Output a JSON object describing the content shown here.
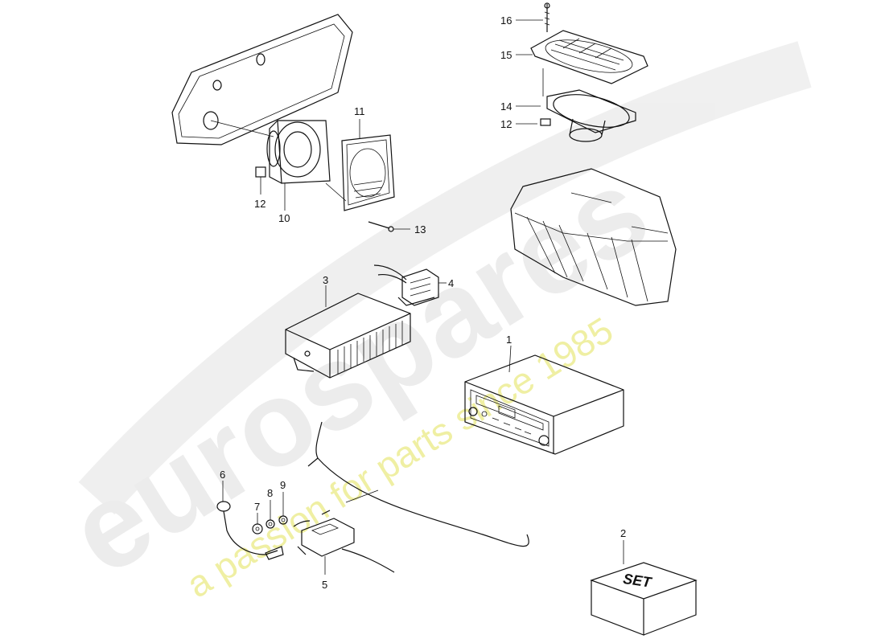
{
  "watermark": {
    "brand": "eurospares",
    "tagline": "a passion for parts since 1985"
  },
  "set_box_label": "SET",
  "callouts": [
    {
      "id": "1",
      "text": "1"
    },
    {
      "id": "2",
      "text": "2"
    },
    {
      "id": "3",
      "text": "3"
    },
    {
      "id": "4",
      "text": "4"
    },
    {
      "id": "5",
      "text": "5"
    },
    {
      "id": "6",
      "text": "6"
    },
    {
      "id": "7",
      "text": "7"
    },
    {
      "id": "8",
      "text": "8"
    },
    {
      "id": "9",
      "text": "9"
    },
    {
      "id": "10",
      "text": "10"
    },
    {
      "id": "11",
      "text": "11"
    },
    {
      "id": "12a",
      "text": "12"
    },
    {
      "id": "12b",
      "text": "12"
    },
    {
      "id": "13",
      "text": "13"
    },
    {
      "id": "14",
      "text": "14"
    },
    {
      "id": "15",
      "text": "15"
    },
    {
      "id": "16",
      "text": "16"
    }
  ]
}
